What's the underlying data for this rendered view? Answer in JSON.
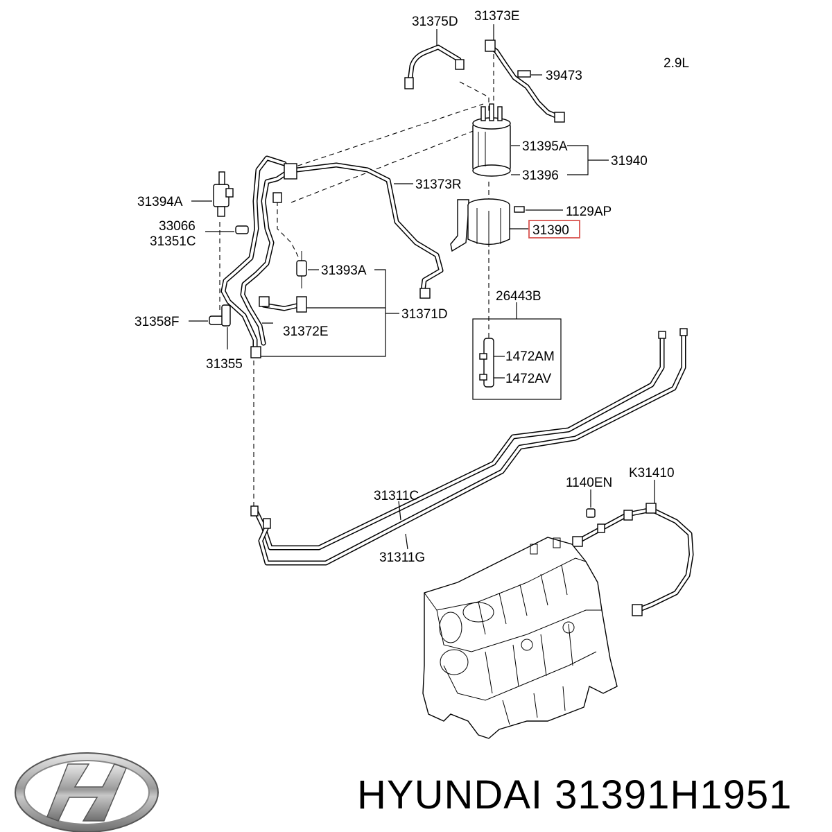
{
  "engine_variant": "2.9L",
  "brand": "HYUNDAI",
  "part_number": "31391H1951",
  "highlight_color": "#d9534f",
  "labels": {
    "l31375D": "31375D",
    "l31373E": "31373E",
    "l39473": "39473",
    "l31395A": "31395A",
    "l31940": "31940",
    "l31396": "31396",
    "l31373R": "31373R",
    "l1129AP": "1129AP",
    "l31390": "31390",
    "l31394A": "31394A",
    "l33066": "33066",
    "l31351C": "31351C",
    "l31393A": "31393A",
    "l31371D": "31371D",
    "l31358F": "31358F",
    "l31372E": "31372E",
    "l31355": "31355",
    "l26443B": "26443B",
    "l1472AM": "1472AM",
    "l1472AV": "1472AV",
    "l1140EN": "1140EN",
    "lK31410": "K31410",
    "l31311C": "31311C",
    "l31311G": "31311G"
  },
  "icons": {
    "logo": "hyundai-logo-icon",
    "engine": "engine-block-icon"
  }
}
